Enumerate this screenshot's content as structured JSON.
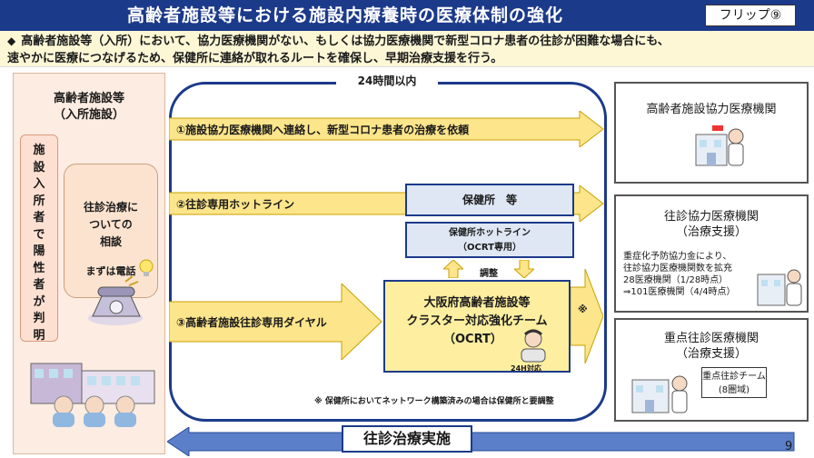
{
  "header": {
    "title": "高齢者施設等における施設内療養時の医療体制の強化",
    "flip_badge": "フリップ⑨"
  },
  "summary": {
    "bullet": "◆",
    "line1": "高齢者施設等（入所）において、協力医療機関がない、もしくは協力医療機関で新型コロナ患者の往診が困難な場合にも、",
    "line2": "速やかに医療につなげるため、保健所に連絡が取れるルートを確保し、早期治療支援を行う。"
  },
  "left": {
    "title_line1": "高齢者施設等",
    "title_line2": "（入所施設）",
    "vertical_label": "施設入所者で陽性者が判明",
    "consult_line1": "往診治療に",
    "consult_line2": "ついての",
    "consult_line3": "相談",
    "consult_sub": "まずは電話"
  },
  "flow": {
    "hours_label": "24時間以内",
    "route1": "①施設協力医療機関へ連絡し、新型コロナ患者の治療を依頼",
    "route2": "②往診専用ホットライン",
    "route3": "③高齢者施設往診専用ダイヤル",
    "health_center": "保健所　等",
    "hotline_line1": "保健所ホットライン",
    "hotline_line2": "（OCRT専用）",
    "adjust": "調整",
    "ocrt_line1": "大阪府高齢者施設等",
    "ocrt_line2": "クラスター対応強化チーム",
    "ocrt_line3": "（OCRT）",
    "ocrt_24h": "24H対応",
    "note_mark": "※",
    "footnote": "※ 保健所においてネットワーク構築済みの場合は保健所と要調整"
  },
  "right": {
    "box1_title": "高齢者施設協力医療機関",
    "box2_title": "往診協力医療機関",
    "box2_sub": "（治療支援）",
    "box2_detail1": "重症化予防協力金により、",
    "box2_detail2": "往診協力医療機関数を拡充",
    "box2_detail3": "28医療機関（1/28時点）",
    "box2_detail4": "⇒101医療機関（4/4時点）",
    "box3_title": "重点往診医療機関",
    "box3_sub": "（治療支援）",
    "team_line1": "重点往診チーム",
    "team_line2": "(8圏域)"
  },
  "bottom": {
    "label": "往診治療実施",
    "page_number": "9"
  },
  "colors": {
    "navy": "#1c3a8a",
    "arrow_yellow": "#fce58a",
    "left_panel": "#fcece1",
    "ocrt_yellow": "#fdeea0",
    "bottom_arrow": "#5b7fc9"
  }
}
